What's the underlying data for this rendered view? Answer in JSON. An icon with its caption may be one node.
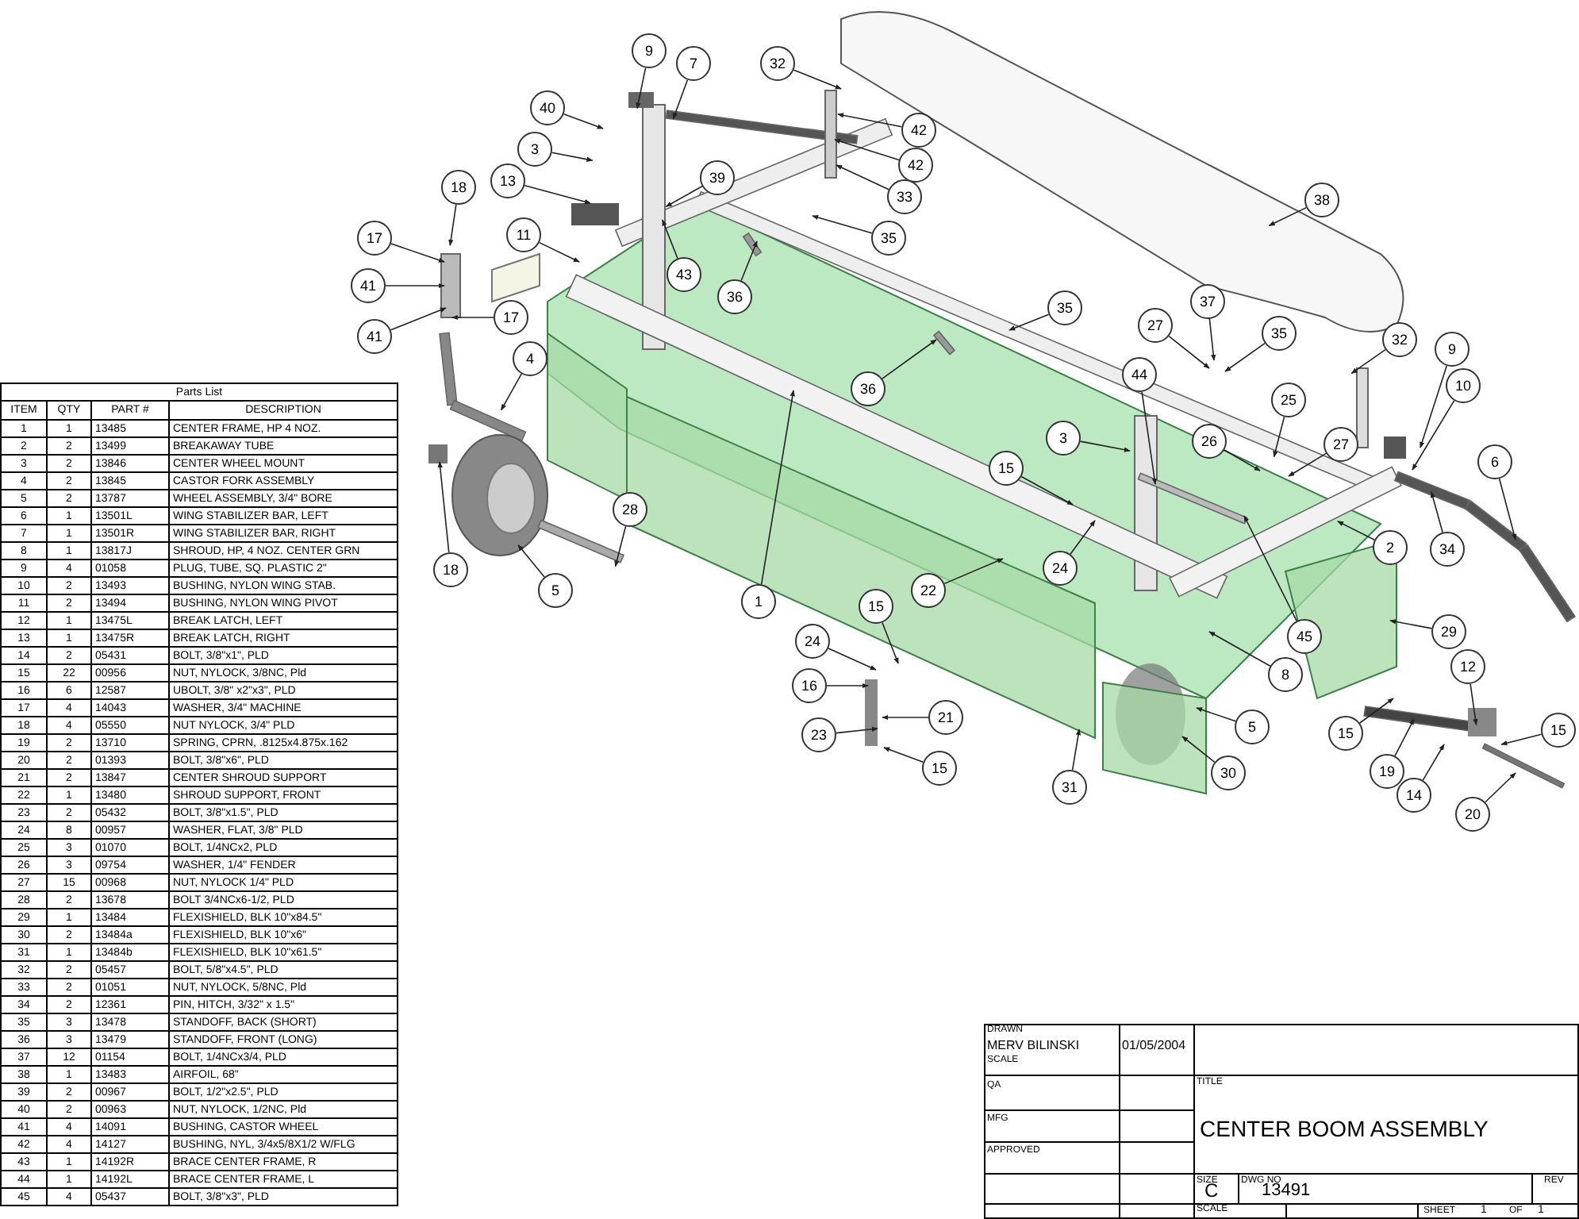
{
  "diagram": {
    "title": "CENTER BOOM ASSEMBLY",
    "nodes": [
      {
        "text": [
          "9"
        ]
      },
      {
        "text": [
          "7"
        ]
      },
      {
        "text": [
          "32"
        ]
      },
      {
        "text": [
          "40"
        ]
      },
      {
        "text": [
          "42"
        ]
      },
      {
        "text": [
          "3"
        ]
      },
      {
        "text": [
          "39"
        ]
      },
      {
        "text": [
          "42"
        ]
      },
      {
        "text": [
          "33"
        ]
      },
      {
        "text": [
          "38"
        ]
      },
      {
        "text": [
          "13"
        ]
      },
      {
        "text": [
          "35"
        ]
      },
      {
        "text": [
          "18"
        ]
      },
      {
        "text": [
          "11"
        ]
      },
      {
        "text": [
          "17"
        ]
      },
      {
        "text": [
          "43"
        ]
      },
      {
        "text": [
          "36"
        ]
      },
      {
        "text": [
          "41"
        ]
      },
      {
        "text": [
          "41"
        ]
      },
      {
        "text": [
          "17"
        ]
      },
      {
        "text": [
          "35"
        ]
      },
      {
        "text": [
          "37"
        ]
      },
      {
        "text": [
          "27"
        ]
      },
      {
        "text": [
          "35"
        ]
      },
      {
        "text": [
          "32"
        ]
      },
      {
        "text": [
          "9"
        ]
      },
      {
        "text": [
          "10"
        ]
      },
      {
        "text": [
          "4"
        ]
      },
      {
        "text": [
          "44"
        ]
      },
      {
        "text": [
          "36"
        ]
      },
      {
        "text": [
          "25"
        ]
      },
      {
        "text": [
          "26"
        ]
      },
      {
        "text": [
          "3"
        ]
      },
      {
        "text": [
          "27"
        ]
      },
      {
        "text": [
          "6"
        ]
      },
      {
        "text": [
          "15"
        ]
      },
      {
        "text": [
          "24"
        ]
      },
      {
        "text": [
          "28"
        ]
      },
      {
        "text": [
          "2"
        ]
      },
      {
        "text": [
          "34"
        ]
      },
      {
        "text": [
          "5"
        ]
      },
      {
        "text": [
          "18"
        ]
      },
      {
        "text": [
          "1"
        ]
      },
      {
        "text": [
          "22"
        ]
      },
      {
        "text": [
          "29"
        ]
      },
      {
        "text": [
          "15"
        ]
      },
      {
        "text": [
          "45"
        ]
      },
      {
        "text": [
          "24"
        ]
      },
      {
        "text": [
          "8"
        ]
      },
      {
        "text": [
          "12"
        ]
      },
      {
        "text": [
          "16"
        ]
      },
      {
        "text": [
          "15"
        ]
      },
      {
        "text": [
          "21"
        ]
      },
      {
        "text": [
          "5"
        ]
      },
      {
        "text": [
          "23"
        ]
      },
      {
        "text": [
          "15"
        ]
      },
      {
        "text": [
          "15"
        ]
      },
      {
        "text": [
          "19"
        ]
      },
      {
        "text": [
          "30"
        ]
      },
      {
        "text": [
          "31"
        ]
      },
      {
        "text": [
          "14"
        ]
      },
      {
        "text": [
          "20"
        ]
      }
    ],
    "edges": [
      {
        "from": 0,
        "to": null,
        "arrow": "to"
      },
      {
        "from": 1,
        "to": null,
        "arrow": "to"
      },
      {
        "from": 2,
        "to": null,
        "arrow": "to"
      },
      {
        "from": 3,
        "to": null,
        "arrow": "to"
      },
      {
        "from": 4,
        "to": null,
        "arrow": "to"
      },
      {
        "from": 5,
        "to": null,
        "arrow": "to"
      },
      {
        "from": 6,
        "to": null,
        "arrow": "to"
      },
      {
        "from": 7,
        "to": null,
        "arrow": "to"
      },
      {
        "from": 8,
        "to": null,
        "arrow": "to"
      },
      {
        "from": 9,
        "to": null,
        "arrow": "to"
      },
      {
        "from": 10,
        "to": null,
        "arrow": "to"
      },
      {
        "from": 11,
        "to": null,
        "arrow": "to"
      },
      {
        "from": 12,
        "to": null,
        "arrow": "to"
      },
      {
        "from": 13,
        "to": null,
        "arrow": "to"
      },
      {
        "from": 14,
        "to": null,
        "arrow": "to"
      },
      {
        "from": 15,
        "to": null,
        "arrow": "to"
      },
      {
        "from": 16,
        "to": null,
        "arrow": "to"
      },
      {
        "from": 17,
        "to": null,
        "arrow": "to"
      },
      {
        "from": 18,
        "to": null,
        "arrow": "to"
      },
      {
        "from": 19,
        "to": null,
        "arrow": "to"
      },
      {
        "from": 20,
        "to": null,
        "arrow": "to"
      },
      {
        "from": 21,
        "to": null,
        "arrow": "to"
      },
      {
        "from": 22,
        "to": null,
        "arrow": "to"
      },
      {
        "from": 23,
        "to": null,
        "arrow": "to"
      },
      {
        "from": 24,
        "to": null,
        "arrow": "to"
      },
      {
        "from": 25,
        "to": null,
        "arrow": "to"
      },
      {
        "from": 26,
        "to": null,
        "arrow": "to"
      },
      {
        "from": 27,
        "to": null,
        "arrow": "to"
      },
      {
        "from": 28,
        "to": null,
        "arrow": "to"
      },
      {
        "from": 29,
        "to": null,
        "arrow": "to"
      },
      {
        "from": 30,
        "to": null,
        "arrow": "to"
      },
      {
        "from": 31,
        "to": null,
        "arrow": "to"
      },
      {
        "from": 32,
        "to": null,
        "arrow": "to"
      },
      {
        "from": 33,
        "to": null,
        "arrow": "to"
      },
      {
        "from": 34,
        "to": null,
        "arrow": "to"
      },
      {
        "from": 35,
        "to": null,
        "arrow": "to"
      },
      {
        "from": 36,
        "to": null,
        "arrow": "to"
      },
      {
        "from": 37,
        "to": null,
        "arrow": "to"
      },
      {
        "from": 38,
        "to": null,
        "arrow": "to"
      },
      {
        "from": 39,
        "to": null,
        "arrow": "to"
      },
      {
        "from": 40,
        "to": null,
        "arrow": "to"
      },
      {
        "from": 41,
        "to": null,
        "arrow": "to"
      },
      {
        "from": 42,
        "to": null,
        "arrow": "to"
      },
      {
        "from": 43,
        "to": null,
        "arrow": "to"
      },
      {
        "from": 44,
        "to": null,
        "arrow": "to"
      },
      {
        "from": 45,
        "to": null,
        "arrow": "to"
      },
      {
        "from": 46,
        "to": null,
        "arrow": "to"
      },
      {
        "from": 47,
        "to": null,
        "arrow": "to"
      },
      {
        "from": 48,
        "to": null,
        "arrow": "to"
      },
      {
        "from": 49,
        "to": null,
        "arrow": "to"
      },
      {
        "from": 50,
        "to": null,
        "arrow": "to"
      },
      {
        "from": 51,
        "to": null,
        "arrow": "to"
      },
      {
        "from": 52,
        "to": null,
        "arrow": "to"
      },
      {
        "from": 53,
        "to": null,
        "arrow": "to"
      },
      {
        "from": 54,
        "to": null,
        "arrow": "to"
      },
      {
        "from": 55,
        "to": null,
        "arrow": "to"
      },
      {
        "from": 56,
        "to": null,
        "arrow": "to"
      },
      {
        "from": 57,
        "to": null,
        "arrow": "to"
      },
      {
        "from": 58,
        "to": null,
        "arrow": "to"
      },
      {
        "from": 59,
        "to": null,
        "arrow": "to"
      },
      {
        "from": 60,
        "to": null,
        "arrow": "to"
      },
      {
        "from": 61,
        "to": null,
        "arrow": "to"
      }
    ],
    "labels": [
      "Parts List",
      "ITEM",
      "QTY",
      "PART #",
      "DESCRIPTION",
      "1",
      "1",
      "13485",
      "CENTER FRAME, HP 4 NOZ.",
      "2",
      "2",
      "13499",
      "BREAKAWAY TUBE",
      "3",
      "2",
      "13846",
      "CENTER WHEEL MOUNT",
      "4",
      "2",
      "13845",
      "CASTOR FORK ASSEMBLY",
      "5",
      "2",
      "13787",
      "WHEEL ASSEMBLY, 3/4\" BORE",
      "6",
      "1",
      "13501L",
      "WING STABILIZER BAR, LEFT",
      "7",
      "1",
      "13501R",
      "WING STABILIZER BAR, RIGHT",
      "8",
      "1",
      "13817J",
      "SHROUD, HP, 4 NOZ. CENTER GRN",
      "9",
      "4",
      "01058",
      "PLUG, TUBE, SQ. PLASTIC 2\"",
      "10",
      "2",
      "13493",
      "BUSHING, NYLON WING STAB.",
      "11",
      "2",
      "13494",
      "BUSHING, NYLON WING PIVOT",
      "12",
      "1",
      "13475L",
      "BREAK LATCH, LEFT",
      "13",
      "1",
      "13475R",
      "BREAK LATCH, RIGHT",
      "14",
      "2",
      "05431",
      "BOLT, 3/8\"x1\", PLD",
      "15",
      "22",
      "00956",
      "NUT, NYLOCK, 3/8NC, Pld",
      "16",
      "6",
      "12587",
      "UBOLT, 3/8\" x2\"x3\", PLD",
      "17",
      "4",
      "14043",
      "WASHER, 3/4\" MACHINE",
      "18",
      "4",
      "05550",
      "NUT NYLOCK, 3/4\" PLD",
      "19",
      "2",
      "13710",
      "SPRING, CPRN, .8125x4.875x.162",
      "20",
      "2",
      "01393",
      "BOLT, 3/8\"x6\", PLD",
      "21",
      "2",
      "13847",
      "CENTER SHROUD SUPPORT",
      "22",
      "1",
      "13480",
      "SHROUD SUPPORT, FRONT",
      "23",
      "2",
      "05432",
      "BOLT, 3/8\"x1.5\", PLD",
      "24",
      "8",
      "00957",
      "WASHER, FLAT, 3/8\" PLD",
      "25",
      "3",
      "01070",
      "BOLT, 1/4NCx2, PLD",
      "26",
      "3",
      "09754",
      "WASHER, 1/4\" FENDER",
      "27",
      "15",
      "00968",
      "NUT, NYLOCK 1/4\" PLD",
      "28",
      "2",
      "13678",
      "BOLT 3/4NCx6-1/2, PLD",
      "29",
      "1",
      "13484",
      "FLEXISHIELD, BLK 10\"x84.5\"",
      "30",
      "2",
      "13484a",
      "FLEXISHIELD, BLK 10\"x6\"",
      "31",
      "1",
      "13484b",
      "FLEXISHIELD, BLK 10\"x61.5\"",
      "32",
      "2",
      "05457",
      "BOLT, 5/8\"x4.5\", PLD",
      "33",
      "2",
      "01051",
      "NUT, NYLOCK, 5/8NC, Pld",
      "34",
      "2",
      "12361",
      "PIN, HITCH, 3/32\" x 1.5\"",
      "35",
      "3",
      "13478",
      "STANDOFF, BACK (SHORT)",
      "36",
      "3",
      "13479",
      "STANDOFF, FRONT (LONG)",
      "37",
      "12",
      "01154",
      "BOLT, 1/4NCx3/4, PLD",
      "38",
      "1",
      "13483",
      "AIRFOIL, 68\"",
      "39",
      "2",
      "00967",
      "BOLT, 1/2\"x2.5\", PLD",
      "40",
      "2",
      "00963",
      "NUT, NYLOCK, 1/2NC, Pld",
      "41",
      "4",
      "14091",
      "BUSHING, CASTOR WHEEL",
      "42",
      "4",
      "14127",
      "BUSHING, NYL, 3/4x5/8X1/2 W/FLG",
      "43",
      "1",
      "14192R",
      "BRACE CENTER FRAME, R",
      "44",
      "1",
      "14192L",
      "BRACE CENTER FRAME, L",
      "45",
      "4",
      "05437",
      "BOLT, 3/8\"x3\", PLD",
      "DRAWN",
      "MERV BILINSKI",
      "01/05/2004",
      "SCALE",
      "TITLE",
      "QA",
      "MFG",
      "APPROVED",
      "SIZE",
      "DWG NO",
      "REV",
      "C",
      "13491",
      "SCALE",
      "SHEET",
      "1",
      "OF",
      "1"
    ]
  }
}
